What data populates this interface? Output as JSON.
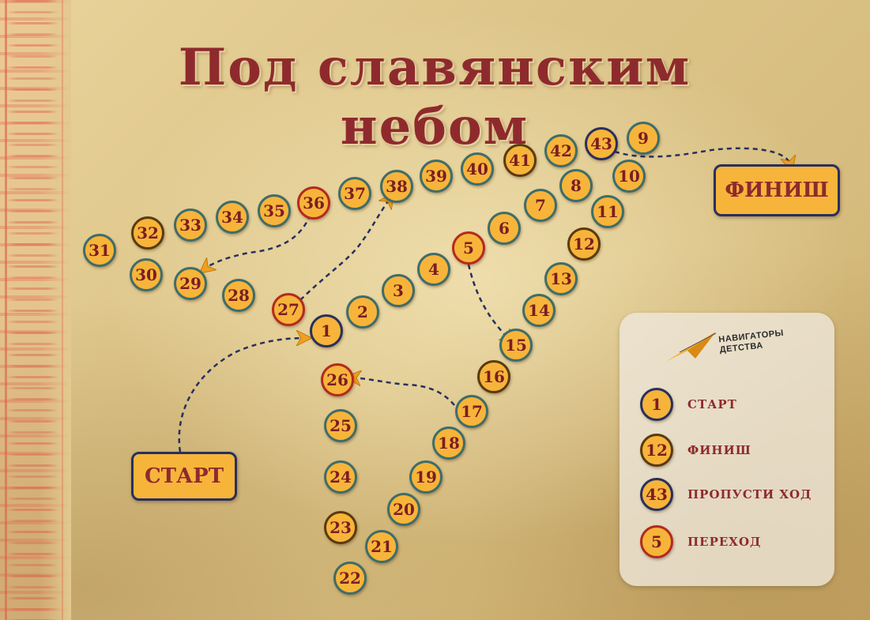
{
  "title": "Под славянским небом",
  "start_label": "СТАРТ",
  "finish_label": "ФИНИШ",
  "logo": {
    "text_line1": "НАВИГАТОРЫ",
    "text_line2": "ДЕТСТВА"
  },
  "colors": {
    "cell_fill": "#f7b43a",
    "text": "#8e2a2d",
    "border_normal": "#3d6d6a",
    "border_start": "#27305e",
    "border_finish": "#5a3a0e",
    "border_skip": "#27305e",
    "border_jump": "#b42a1e",
    "arrow": "#f0a020",
    "path_line": "#27305e"
  },
  "cells": [
    {
      "n": "1",
      "type": "start"
    },
    {
      "n": "2",
      "type": "normal"
    },
    {
      "n": "3",
      "type": "normal"
    },
    {
      "n": "4",
      "type": "normal"
    },
    {
      "n": "5",
      "type": "jump"
    },
    {
      "n": "6",
      "type": "normal"
    },
    {
      "n": "7",
      "type": "normal"
    },
    {
      "n": "8",
      "type": "normal"
    },
    {
      "n": "9",
      "type": "normal"
    },
    {
      "n": "10",
      "type": "normal"
    },
    {
      "n": "11",
      "type": "normal"
    },
    {
      "n": "12",
      "type": "finish"
    },
    {
      "n": "13",
      "type": "normal"
    },
    {
      "n": "14",
      "type": "normal"
    },
    {
      "n": "15",
      "type": "normal"
    },
    {
      "n": "16",
      "type": "finish"
    },
    {
      "n": "17",
      "type": "normal"
    },
    {
      "n": "18",
      "type": "normal"
    },
    {
      "n": "19",
      "type": "normal"
    },
    {
      "n": "20",
      "type": "normal"
    },
    {
      "n": "21",
      "type": "normal"
    },
    {
      "n": "22",
      "type": "normal"
    },
    {
      "n": "23",
      "type": "finish"
    },
    {
      "n": "24",
      "type": "normal"
    },
    {
      "n": "25",
      "type": "normal"
    },
    {
      "n": "26",
      "type": "jump"
    },
    {
      "n": "27",
      "type": "jump"
    },
    {
      "n": "28",
      "type": "normal"
    },
    {
      "n": "29",
      "type": "normal"
    },
    {
      "n": "30",
      "type": "normal"
    },
    {
      "n": "31",
      "type": "normal"
    },
    {
      "n": "32",
      "type": "finish"
    },
    {
      "n": "33",
      "type": "normal"
    },
    {
      "n": "34",
      "type": "normal"
    },
    {
      "n": "35",
      "type": "normal"
    },
    {
      "n": "36",
      "type": "jump"
    },
    {
      "n": "37",
      "type": "normal"
    },
    {
      "n": "38",
      "type": "normal"
    },
    {
      "n": "39",
      "type": "normal"
    },
    {
      "n": "40",
      "type": "normal"
    },
    {
      "n": "41",
      "type": "finish"
    },
    {
      "n": "42",
      "type": "normal"
    },
    {
      "n": "43",
      "type": "skip"
    }
  ],
  "legend": [
    {
      "n": "1",
      "type": "start",
      "label": "СТАРТ"
    },
    {
      "n": "12",
      "type": "finish",
      "label": "ФИНИШ"
    },
    {
      "n": "43",
      "type": "skip",
      "label": "ПРОПУСТИ ХОД"
    },
    {
      "n": "5",
      "type": "jump",
      "label": "ПЕРЕХОД"
    }
  ]
}
